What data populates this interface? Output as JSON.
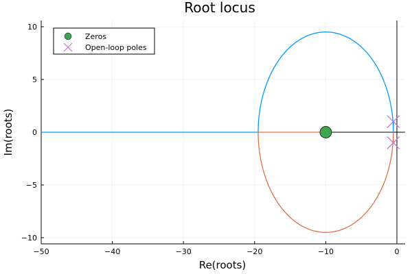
{
  "chart_data": {
    "type": "line",
    "title": "Root locus",
    "xlabel": "Re(roots)",
    "ylabel": "Im(roots)",
    "xlim": [
      -50,
      0
    ],
    "ylim": [
      -10,
      10
    ],
    "xticks": [
      -50,
      -40,
      -30,
      -20,
      -10,
      0
    ],
    "xtick_labels": [
      "−50",
      "−40",
      "−30",
      "−20",
      "−10",
      "0"
    ],
    "yticks": [
      -10,
      -5,
      0,
      5,
      10
    ],
    "ytick_labels": [
      "−10",
      "−5",
      "0",
      "5",
      "10"
    ],
    "grid": true,
    "legend_position": "top-left",
    "circle": {
      "center": [
        -10,
        0
      ],
      "radius": 9.5
    },
    "branch_colors": [
      "#009AFA",
      "#E26F46"
    ],
    "series": [
      {
        "name": "Zeros",
        "marker": "circle",
        "color": "#3EA44E",
        "points": [
          [
            -10,
            0
          ]
        ]
      },
      {
        "name": "Open-loop poles",
        "marker": "x",
        "color": "#C271D2",
        "points": [
          [
            -0.5,
            1
          ],
          [
            -0.5,
            -1
          ]
        ]
      }
    ],
    "branches": [
      {
        "color": "#009AFA",
        "path": "upper arc from (-0.5, 1) to (-19.5, 0), then real axis to -50"
      },
      {
        "color": "#E26F46",
        "path": "lower arc from (-0.5, -1) to (-19.5, 0), then real axis toward zero at -10"
      }
    ]
  }
}
